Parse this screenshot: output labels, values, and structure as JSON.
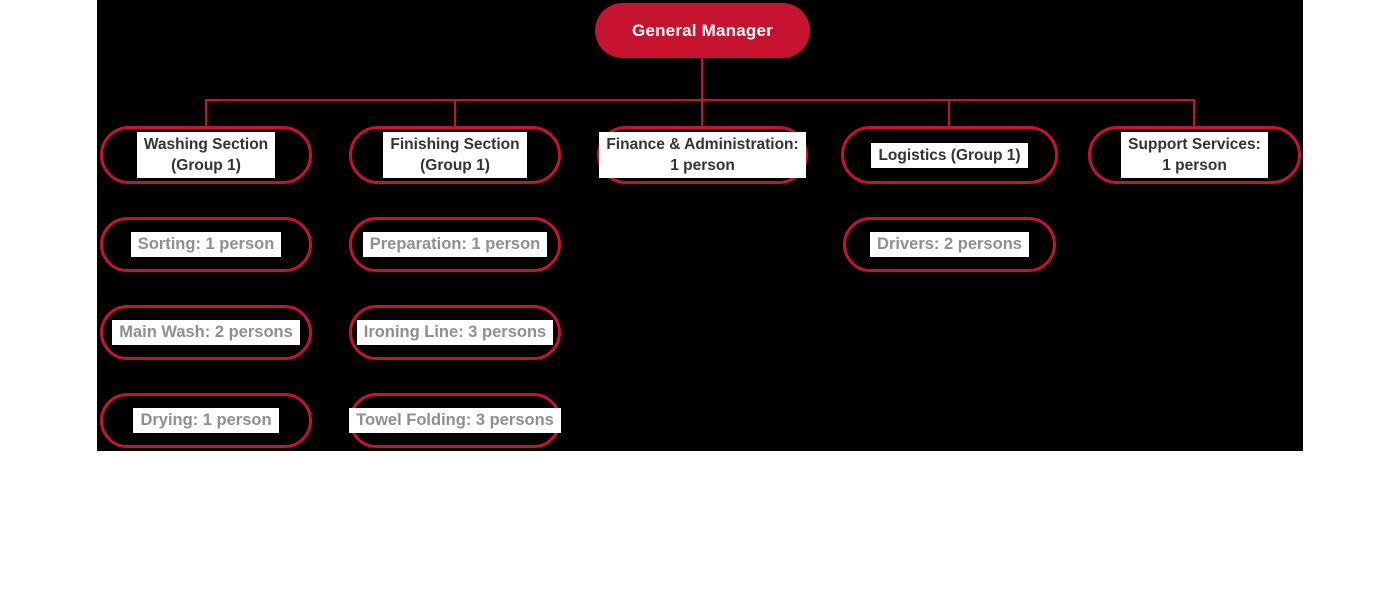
{
  "palette": {
    "red": "#c6132f",
    "canvas_bg": "#000000",
    "page_bg": "#ffffff",
    "label_bg": "#ffffff",
    "root_text_color": "#ffffff",
    "branch_text_color": "#333333",
    "child_text_color": "#8f8f8f"
  },
  "org_chart": {
    "root": {
      "label": "General Manager"
    },
    "branches": [
      {
        "line1": "Washing Section",
        "line2": "(Group 1)",
        "children": [
          "Sorting: 1 person",
          "Main Wash: 2 persons",
          "Drying: 1 person"
        ]
      },
      {
        "line1": "Finishing Section",
        "line2": "(Group 1)",
        "children": [
          "Preparation: 1 person",
          "Ironing Line: 3 persons",
          "Towel Folding: 3 persons"
        ]
      },
      {
        "line1": "Finance & Administration:",
        "line2": "1 person",
        "children": []
      },
      {
        "line1": "Logistics (Group 1)",
        "line2": "",
        "children": [
          "Drivers: 2 persons"
        ]
      },
      {
        "line1": "Support Services:",
        "line2": "1 person",
        "children": []
      }
    ]
  }
}
